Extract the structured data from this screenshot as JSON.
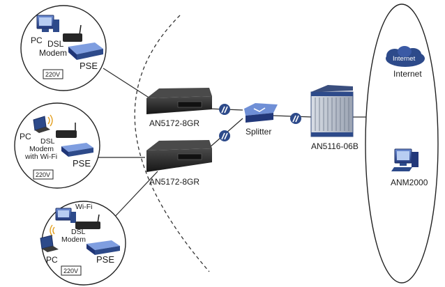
{
  "labels": {
    "cluster_top": {
      "pc": "PC",
      "modem_line1": "DSL",
      "modem_line2": "Modem",
      "pse": "PSE",
      "power": "220V"
    },
    "cluster_mid": {
      "pc": "PC",
      "modem_line1": "DSL",
      "modem_line2": "Modem",
      "modem_line3": "with Wi-Fi",
      "pse": "PSE",
      "power": "220V"
    },
    "cluster_bot": {
      "wifi": "Wi-Fi",
      "modem_line1": "DSL",
      "modem_line2": "Modem",
      "pc": "PC",
      "pse": "PSE",
      "power": "220V"
    },
    "olt_top": "AN5172-8GR",
    "olt_bottom": "AN5172-8GR",
    "splitter": "Splitter",
    "core_switch": "AN5116-06B",
    "internet_cloud": "Internet",
    "internet_label": "Internet",
    "server": "ANM2000"
  },
  "icons": {
    "pc": "desktop-computer-icon",
    "modem": "dsl-modem-icon",
    "pse": "pse-device-icon",
    "laptop": "laptop-icon",
    "olt": "olt-box-icon",
    "splitter": "splitter-icon",
    "rack": "rack-switch-icon",
    "cloud": "internet-cloud-icon",
    "fiber": "fiber-coil-icon"
  },
  "colors": {
    "device_blue": "#2d4a8a",
    "device_blue_light": "#5a7bc4",
    "olt_dark": "#2b2b2b",
    "line": "#2a2a2a",
    "circle_border": "#222222"
  }
}
